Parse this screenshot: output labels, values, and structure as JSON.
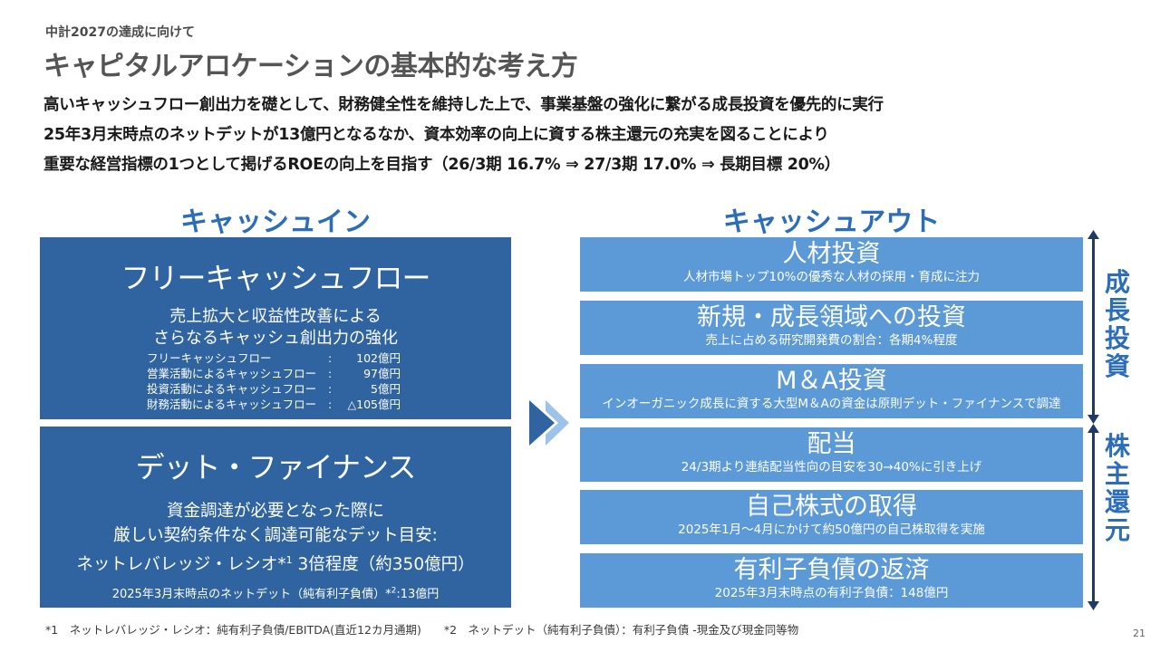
{
  "header": {
    "eyebrow": "中計2027の達成に向けて",
    "title": "キャピタルアロケーションの基本的な考え方"
  },
  "lead": [
    "高いキャッシュフロー創出力を礎として、財務健全性を維持した上で、事業基盤の強化に繋がる成長投資を優先的に実行",
    "25年3月末時点のネットデットが13億円となるなか、資本効率の向上に資する株主還元の充実を図ることにより",
    "重要な経営指標の1つとして掲げるROEの向上を目指す（26/3期 16.7% ⇒ 27/3期 17.0% ⇒ 長期目標 20%）"
  ],
  "cash_in": {
    "heading": "キャッシュイン",
    "fcf": {
      "title": "フリーキャッシュフロー",
      "sub1": "売上拡大と収益性改善による",
      "sub2": "さらなるキャッシュ創出力の強化",
      "rows": [
        {
          "label": "フリーキャッシュフロー",
          "colon": ":",
          "value": "102億円"
        },
        {
          "label": "営業活動によるキャッシュフロー",
          "colon": ":",
          "value": "97億円"
        },
        {
          "label": "投資活動によるキャッシュフロー",
          "colon": ":",
          "value": "5億円"
        },
        {
          "label": "財務活動によるキャッシュフロー",
          "colon": ":",
          "value": "△105億円"
        }
      ]
    },
    "debt": {
      "title": "デット・ファイナンス",
      "sub1": "資金調達が必要となった際に",
      "sub2": "厳しい契約条件なく調達可能なデット目安:",
      "sub3a": "ネットレバレッジ・レシオ*",
      "sub3sup": "1",
      "sub3b": " 3倍程度（約350億円）",
      "foot_a": "2025年3月末時点のネットデット（純有利子負債）*",
      "foot_sup": "2",
      "foot_b": ":13億円"
    }
  },
  "cash_out": {
    "heading": "キャッシュアウト",
    "items": [
      {
        "title": "人材投資",
        "sub": "人材市場トップ10%の優秀な人材の採用・育成に注力"
      },
      {
        "title": "新規・成長領域への投資",
        "sub": "売上に占める研究開発費の割合：各期4%程度"
      },
      {
        "title": "M＆A投資",
        "sub": "インオーガニック成長に資する大型M＆Aの資金は原則デット・ファイナンスで調達"
      },
      {
        "title": "配当",
        "sub": "24/3期より連結配当性向の目安を30→40%に引き上げ"
      },
      {
        "title": "自己株式の取得",
        "sub": "2025年1月～4月にかけて約50億円の自己株取得を実施"
      },
      {
        "title": "有利子負債の返済",
        "sub": "2025年3月末時点の有利子負債：148億円"
      }
    ],
    "group1": [
      "成",
      "長",
      "投",
      "資"
    ],
    "group2": [
      "株",
      "主",
      "還",
      "元"
    ]
  },
  "footnote": "*1　ネットレバレッジ・レシオ：純有利子負債/EBITDA(直近12カ月通期)　　*2　ネットデット（純有利子負債）：有利子負債 -現金及び現金同等物",
  "page_number": "21",
  "colors": {
    "accent": "#2c6db7",
    "box_dark": "#2f64a0",
    "box_light": "#5b9ad7"
  }
}
